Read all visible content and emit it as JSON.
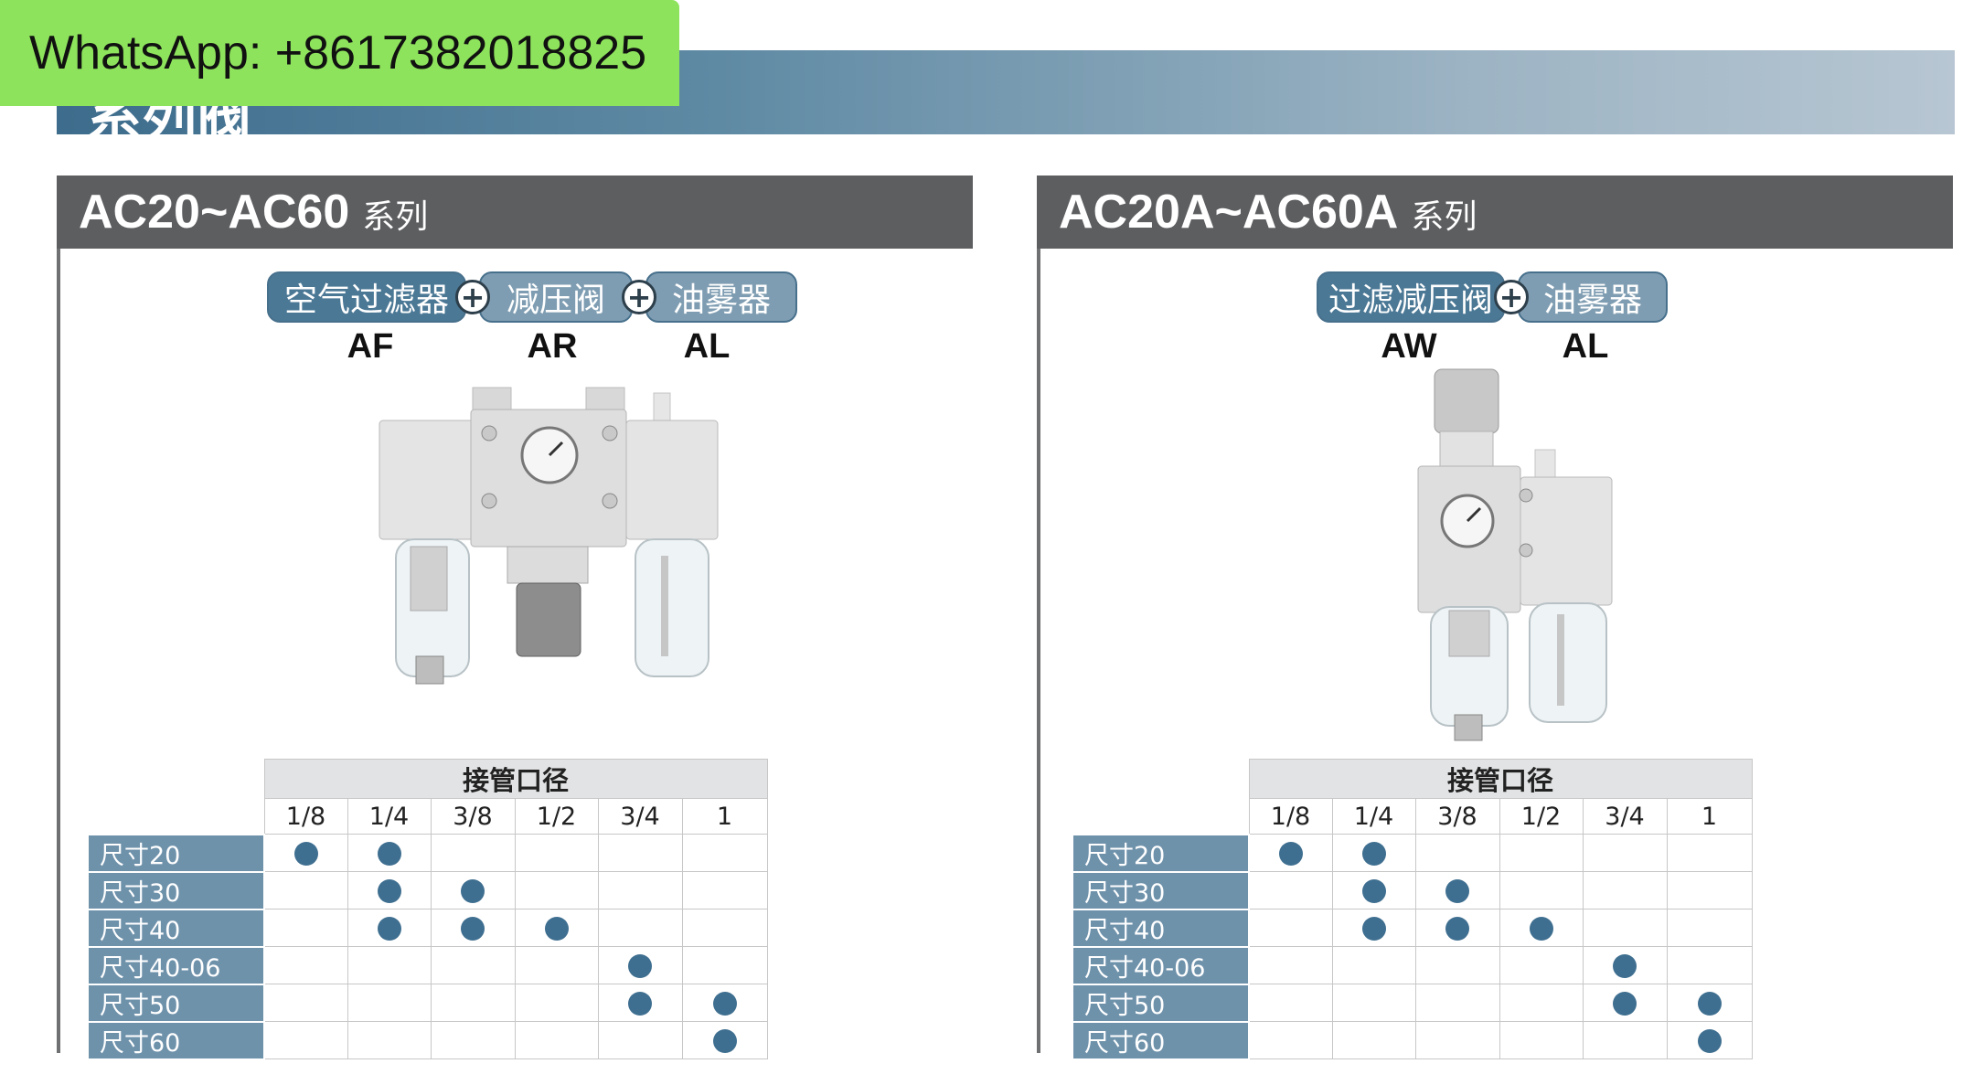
{
  "watermark": {
    "text": "WhatsApp: +8617382018825"
  },
  "header": {
    "title": "系列阀"
  },
  "panels": [
    {
      "series_code": "AC20~AC60",
      "series_suffix": "系列",
      "components": [
        {
          "label": "空气过滤器",
          "code": "AF"
        },
        {
          "label": "减压阀",
          "code": "AR"
        },
        {
          "label": "油雾器",
          "code": "AL"
        }
      ],
      "table": {
        "caption": "接管口径",
        "sizes": [
          "1/8",
          "1/4",
          "3/8",
          "1/2",
          "3/4",
          "1"
        ],
        "rows": [
          {
            "label": "尺寸20",
            "marks": [
              true,
              true,
              false,
              false,
              false,
              false
            ]
          },
          {
            "label": "尺寸30",
            "marks": [
              false,
              true,
              true,
              false,
              false,
              false
            ]
          },
          {
            "label": "尺寸40",
            "marks": [
              false,
              true,
              true,
              true,
              false,
              false
            ]
          },
          {
            "label": "尺寸40-06",
            "marks": [
              false,
              false,
              false,
              false,
              true,
              false
            ]
          },
          {
            "label": "尺寸50",
            "marks": [
              false,
              false,
              false,
              false,
              true,
              true
            ]
          },
          {
            "label": "尺寸60",
            "marks": [
              false,
              false,
              false,
              false,
              false,
              true
            ]
          }
        ]
      }
    },
    {
      "series_code": "AC20A~AC60A",
      "series_suffix": "系列",
      "components": [
        {
          "label": "过滤减压阀",
          "code": "AW"
        },
        {
          "label": "油雾器",
          "code": "AL"
        }
      ],
      "table": {
        "caption": "接管口径",
        "sizes": [
          "1/8",
          "1/4",
          "3/8",
          "1/2",
          "3/4",
          "1"
        ],
        "rows": [
          {
            "label": "尺寸20",
            "marks": [
              true,
              true,
              false,
              false,
              false,
              false
            ]
          },
          {
            "label": "尺寸30",
            "marks": [
              false,
              true,
              true,
              false,
              false,
              false
            ]
          },
          {
            "label": "尺寸40",
            "marks": [
              false,
              true,
              true,
              true,
              false,
              false
            ]
          },
          {
            "label": "尺寸40-06",
            "marks": [
              false,
              false,
              false,
              false,
              true,
              false
            ]
          },
          {
            "label": "尺寸50",
            "marks": [
              false,
              false,
              false,
              false,
              true,
              true
            ]
          },
          {
            "label": "尺寸60",
            "marks": [
              false,
              false,
              false,
              false,
              false,
              true
            ]
          }
        ]
      }
    }
  ],
  "icons": [
    "plus-circle-icon",
    "filled-circle-icon"
  ],
  "colors": {
    "accent": "#4b7895",
    "header_dark": "#5d5e60",
    "dot": "#3f6f90",
    "whatsapp_green": "#8ee35c"
  }
}
